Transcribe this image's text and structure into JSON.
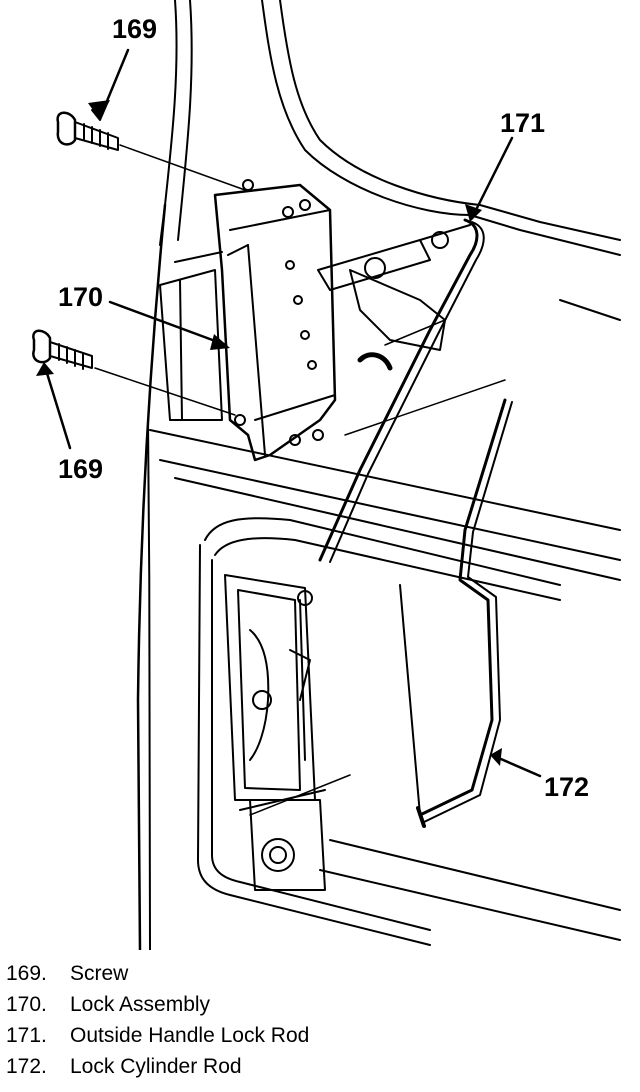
{
  "callouts": {
    "screw_upper": "169",
    "screw_lower": "169",
    "lock_assembly": "170",
    "outside_handle_lock_rod": "171",
    "lock_cylinder_rod": "172"
  },
  "legend": [
    {
      "num": "169.",
      "label": "Screw"
    },
    {
      "num": "170.",
      "label": "Lock Assembly"
    },
    {
      "num": "171.",
      "label": "Outside Handle Lock Rod"
    },
    {
      "num": "172.",
      "label": "Lock Cylinder Rod"
    }
  ]
}
